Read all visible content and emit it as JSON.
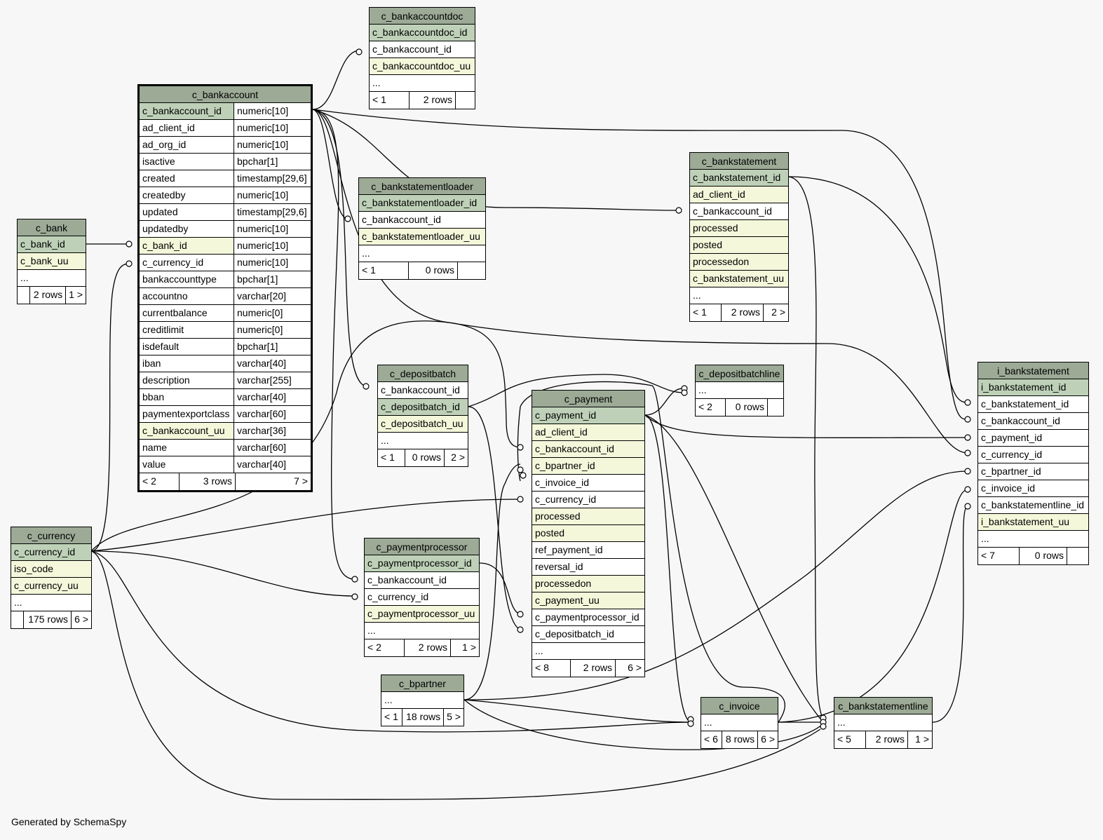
{
  "footer": "Generated by SchemaSpy",
  "tables": {
    "c_bankaccountdoc": {
      "name": "c_bankaccountdoc",
      "cols": [
        "c_bankaccountdoc_id",
        "c_bankaccount_id",
        "c_bankaccountdoc_uu",
        "..."
      ],
      "foot": [
        "< 1",
        "2 rows",
        ""
      ]
    },
    "c_bankaccount": {
      "name": "c_bankaccount",
      "cols": [
        {
          "n": "c_bankaccount_id",
          "t": "numeric[10]"
        },
        {
          "n": "ad_client_id",
          "t": "numeric[10]"
        },
        {
          "n": "ad_org_id",
          "t": "numeric[10]"
        },
        {
          "n": "isactive",
          "t": "bpchar[1]"
        },
        {
          "n": "created",
          "t": "timestamp[29,6]"
        },
        {
          "n": "createdby",
          "t": "numeric[10]"
        },
        {
          "n": "updated",
          "t": "timestamp[29,6]"
        },
        {
          "n": "updatedby",
          "t": "numeric[10]"
        },
        {
          "n": "c_bank_id",
          "t": "numeric[10]"
        },
        {
          "n": "c_currency_id",
          "t": "numeric[10]"
        },
        {
          "n": "bankaccounttype",
          "t": "bpchar[1]"
        },
        {
          "n": "accountno",
          "t": "varchar[20]"
        },
        {
          "n": "currentbalance",
          "t": "numeric[0]"
        },
        {
          "n": "creditlimit",
          "t": "numeric[0]"
        },
        {
          "n": "isdefault",
          "t": "bpchar[1]"
        },
        {
          "n": "iban",
          "t": "varchar[40]"
        },
        {
          "n": "description",
          "t": "varchar[255]"
        },
        {
          "n": "bban",
          "t": "varchar[40]"
        },
        {
          "n": "paymentexportclass",
          "t": "varchar[60]"
        },
        {
          "n": "c_bankaccount_uu",
          "t": "varchar[36]"
        },
        {
          "n": "name",
          "t": "varchar[60]"
        },
        {
          "n": "value",
          "t": "varchar[40]"
        }
      ],
      "foot": [
        "< 2",
        "3 rows",
        "7 >"
      ]
    },
    "c_bank": {
      "name": "c_bank",
      "cols": [
        "c_bank_id",
        "c_bank_uu",
        "..."
      ],
      "foot": [
        "",
        "2 rows",
        "1 >"
      ]
    },
    "c_bankstatementloader": {
      "name": "c_bankstatementloader",
      "cols": [
        "c_bankstatementloader_id",
        "c_bankaccount_id",
        "c_bankstatementloader_uu",
        "..."
      ],
      "foot": [
        "< 1",
        "0 rows",
        ""
      ]
    },
    "c_bankstatement": {
      "name": "c_bankstatement",
      "cols": [
        "c_bankstatement_id",
        "ad_client_id",
        "c_bankaccount_id",
        "processed",
        "posted",
        "processedon",
        "c_bankstatement_uu",
        "..."
      ],
      "foot": [
        "< 1",
        "2 rows",
        "2 >"
      ]
    },
    "c_depositbatch": {
      "name": "c_depositbatch",
      "cols": [
        "c_bankaccount_id",
        "c_depositbatch_id",
        "c_depositbatch_uu",
        "..."
      ],
      "foot": [
        "< 1",
        "0 rows",
        "2 >"
      ]
    },
    "c_depositbatchline": {
      "name": "c_depositbatchline",
      "cols": [
        "..."
      ],
      "foot": [
        "< 2",
        "0 rows",
        ""
      ]
    },
    "c_payment": {
      "name": "c_payment",
      "cols": [
        "c_payment_id",
        "ad_client_id",
        "c_bankaccount_id",
        "c_bpartner_id",
        "c_invoice_id",
        "c_currency_id",
        "processed",
        "posted",
        "ref_payment_id",
        "reversal_id",
        "processedon",
        "c_payment_uu",
        "c_paymentprocessor_id",
        "c_depositbatch_id",
        "..."
      ],
      "foot": [
        "< 8",
        "2 rows",
        "6 >"
      ]
    },
    "i_bankstatement": {
      "name": "i_bankstatement",
      "cols": [
        "i_bankstatement_id",
        "c_bankstatement_id",
        "c_bankaccount_id",
        "c_payment_id",
        "c_currency_id",
        "c_bpartner_id",
        "c_invoice_id",
        "c_bankstatementline_id",
        "i_bankstatement_uu",
        "..."
      ],
      "foot": [
        "< 7",
        "0 rows",
        ""
      ]
    },
    "c_currency": {
      "name": "c_currency",
      "cols": [
        "c_currency_id",
        "iso_code",
        "c_currency_uu",
        "..."
      ],
      "foot": [
        "",
        "175 rows",
        "6 >"
      ]
    },
    "c_paymentprocessor": {
      "name": "c_paymentprocessor",
      "cols": [
        "c_paymentprocessor_id",
        "c_bankaccount_id",
        "c_currency_id",
        "c_paymentprocessor_uu",
        "..."
      ],
      "foot": [
        "< 2",
        "2 rows",
        "1 >"
      ]
    },
    "c_bpartner": {
      "name": "c_bpartner",
      "cols": [
        "..."
      ],
      "foot": [
        "< 1",
        "18 rows",
        "5 >"
      ]
    },
    "c_invoice": {
      "name": "c_invoice",
      "cols": [
        "..."
      ],
      "foot": [
        "< 6",
        "8 rows",
        "6 >"
      ]
    },
    "c_bankstatementline": {
      "name": "c_bankstatementline",
      "cols": [
        "..."
      ],
      "foot": [
        "< 5",
        "2 rows",
        "1 >"
      ]
    }
  }
}
